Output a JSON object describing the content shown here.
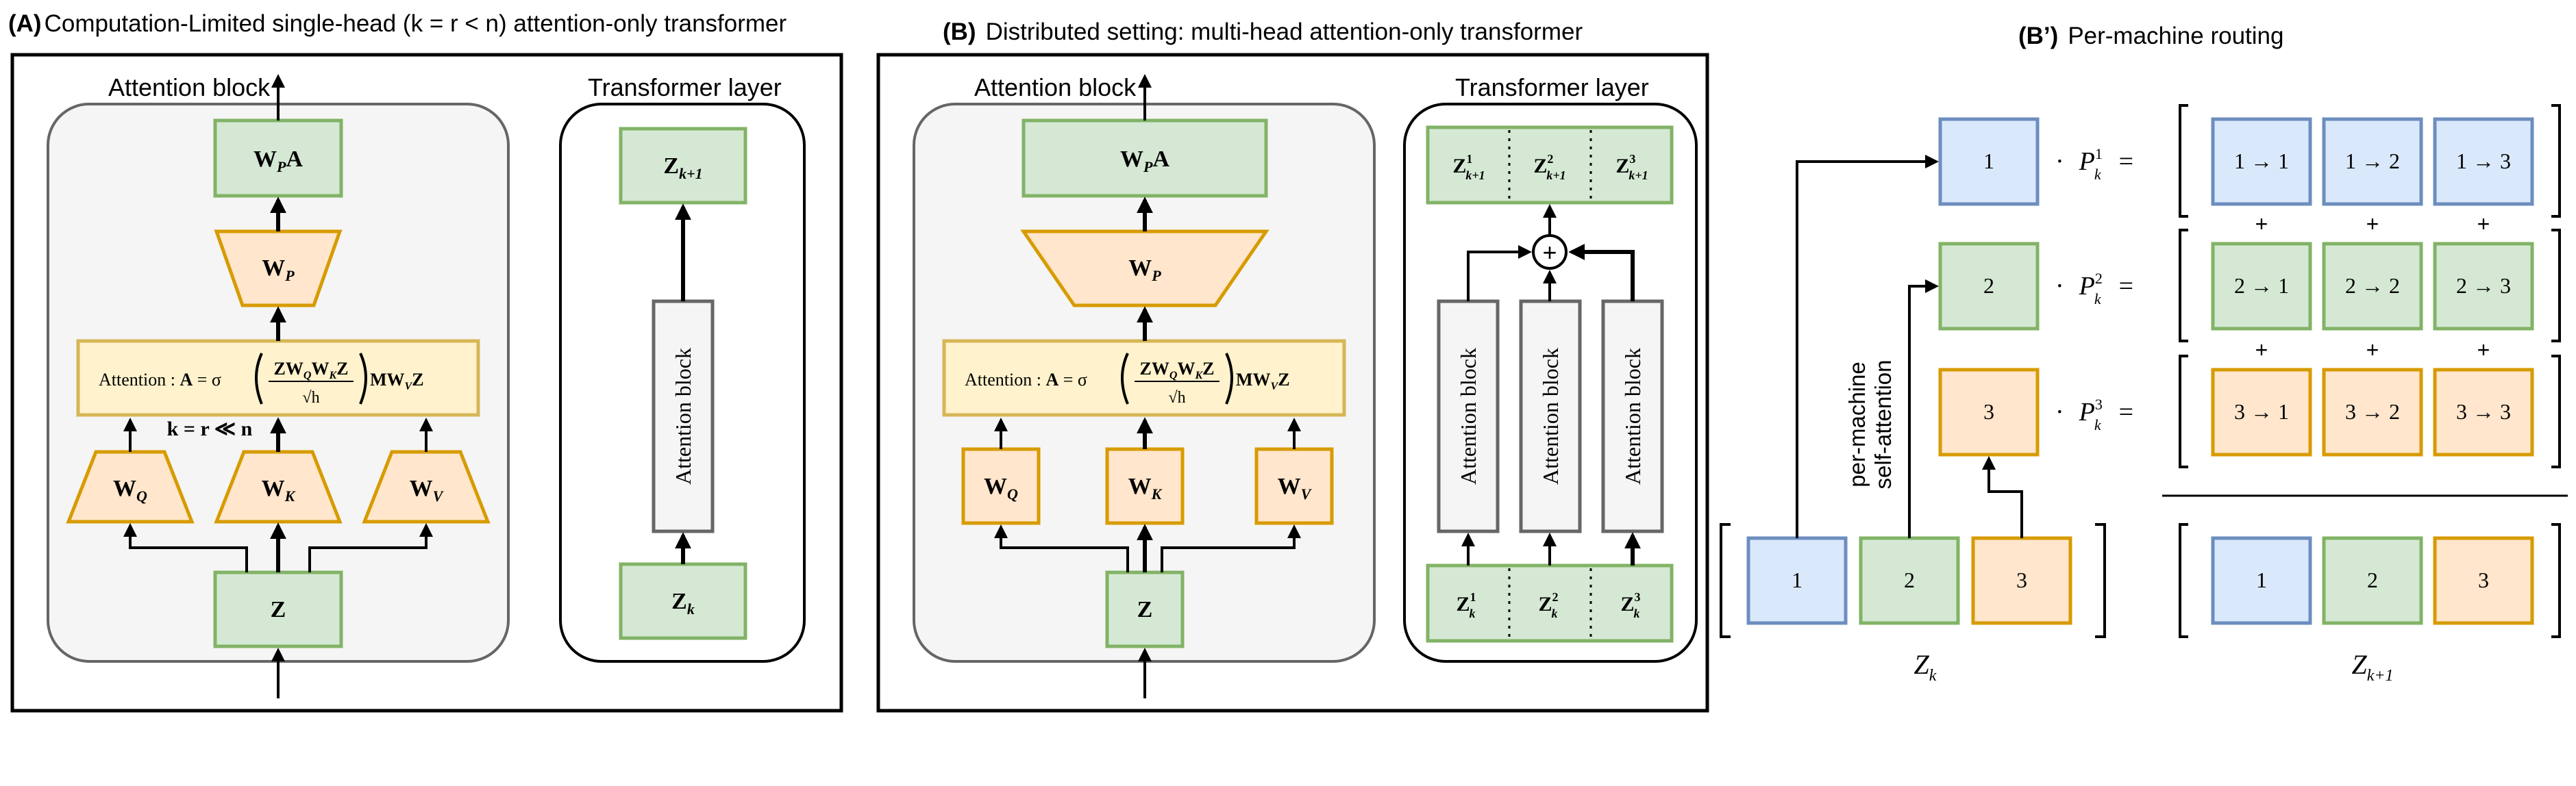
{
  "panel_a": {
    "tag": "(A)",
    "title": "Computation-Limited single-head (k = r < n) attention-only transformer",
    "attention_block_label": "Attention block",
    "transformer_layer_label": "Transformer layer",
    "wpa": "W",
    "wpa_sub": "P",
    "wpa_tail": "A",
    "wp": "W",
    "wp_sub": "P",
    "attn_prefix": "Attention : ",
    "attn_a": "A",
    "attn_eq": " = σ",
    "attn_num": "ZW",
    "attn_num_sub": "Q",
    "attn_num_mid": "W",
    "attn_num_sub2": "K",
    "attn_num_end": "Z",
    "attn_den": "√h",
    "attn_tail": "MW",
    "attn_tail_sub": "V",
    "attn_tail_end": "Z",
    "rank_note": "k = r ≪ n",
    "wq": "W",
    "wq_sub": "Q",
    "wk": "W",
    "wk_sub": "K",
    "wv": "W",
    "wv_sub": "V",
    "z": "Z",
    "zk1": "Z",
    "zk1_sub": "k+1",
    "zk": "Z",
    "zk_sub": "k",
    "vertical_block": "Attention block"
  },
  "panel_b": {
    "tag": "(B)",
    "title": "Distributed setting: multi-head attention-only transformer",
    "attention_block_label": "Attention block",
    "transformer_layer_label": "Transformer layer",
    "top_out": [
      "Z",
      "Z",
      "Z"
    ],
    "top_sup": [
      "1",
      "2",
      "3"
    ],
    "top_sub": "k+1",
    "bottom_in": [
      "Z",
      "Z",
      "Z"
    ],
    "bottom_sup": [
      "1",
      "2",
      "3"
    ],
    "bottom_sub": "k",
    "plus": "+",
    "vertical_blocks": [
      "Attention block",
      "Attention block",
      "Attention block"
    ]
  },
  "panel_bp": {
    "tag": "(B’)",
    "title": "Per-machine routing",
    "machines": [
      "1",
      "2",
      "3"
    ],
    "dot": "·",
    "p_letter": "P",
    "p_sup": [
      "1",
      "2",
      "3"
    ],
    "p_sub": "k",
    "equals": "=",
    "routes": [
      [
        "1 → 1",
        "1 → 2",
        "1 → 3"
      ],
      [
        "2 → 1",
        "2 → 2",
        "2 → 3"
      ],
      [
        "3 → 1",
        "3 → 2",
        "3 → 3"
      ]
    ],
    "plus": "+",
    "side_label_1": "per-machine",
    "side_label_2": "self-attention",
    "zk_cells": [
      "1",
      "2",
      "3"
    ],
    "zk_label": "Z",
    "zk_label_sub": "k",
    "zk1_cells": [
      "1",
      "2",
      "3"
    ],
    "zk1_label": "Z",
    "zk1_label_sub": "k+1"
  },
  "colors": {
    "green_fill": "#d5e8d4",
    "green_stroke": "#82b366",
    "blue_fill": "#dae8fc",
    "blue_stroke": "#6c8ebf",
    "orange_fill": "#ffe6cc",
    "orange_stroke": "#d79b00",
    "yellow_fill": "#fff2cc",
    "yellow_stroke": "#d6b656",
    "grey_fill": "#f5f5f5",
    "grey_stroke": "#666666"
  }
}
